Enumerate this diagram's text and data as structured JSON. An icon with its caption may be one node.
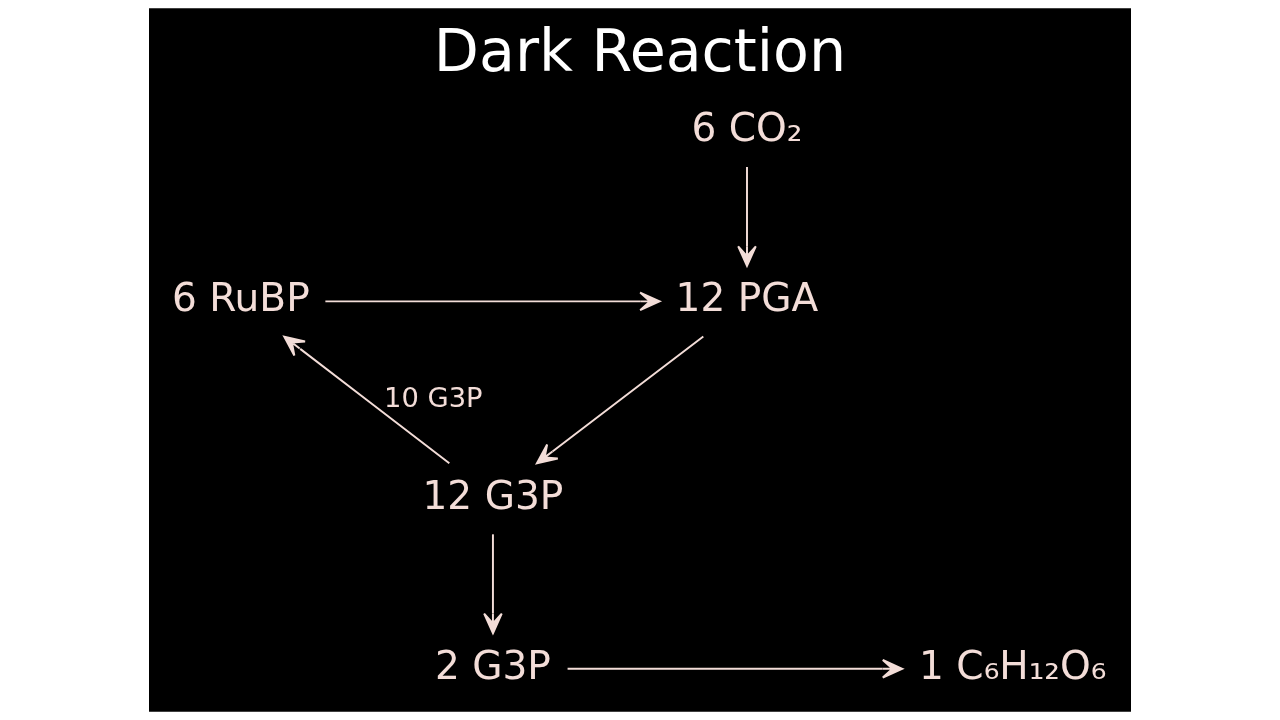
{
  "diagram": {
    "title": "Dark Reaction",
    "nodes": [
      {
        "text": [
          "6 CO₂"
        ]
      },
      {
        "text": [
          "6 RuBP"
        ]
      },
      {
        "text": [
          "12 PGA"
        ]
      },
      {
        "text": [
          "12 G3P"
        ]
      },
      {
        "text": [
          "2 G3P"
        ]
      },
      {
        "text": [
          "1 C₆H₁₂O₆"
        ]
      }
    ],
    "edges": [
      {
        "from": 0,
        "to": 2,
        "arrow": "to"
      },
      {
        "from": 1,
        "to": 2,
        "arrow": "to"
      },
      {
        "from": 2,
        "to": 3,
        "arrow": "to"
      },
      {
        "from": 3,
        "to": 1,
        "arrow": "to",
        "label": "10 G3P"
      },
      {
        "from": 3,
        "to": 4,
        "arrow": "to"
      },
      {
        "from": 4,
        "to": 5,
        "arrow": "to"
      }
    ]
  }
}
